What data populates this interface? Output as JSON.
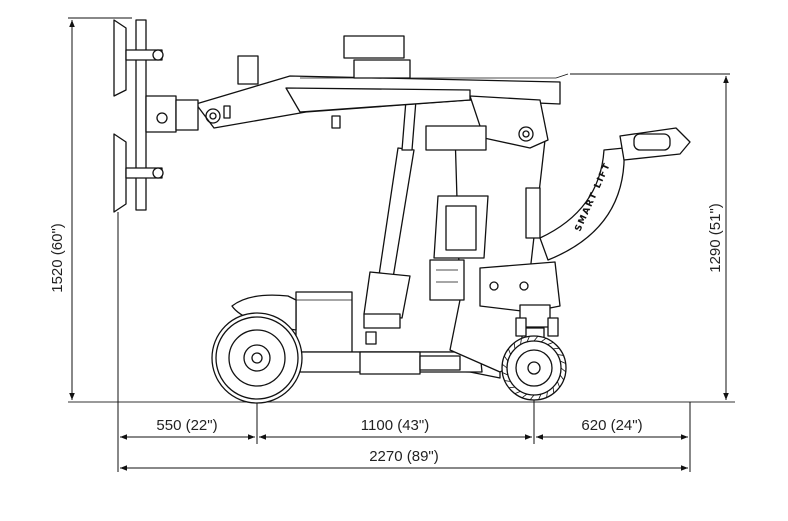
{
  "dimensions": {
    "overall_height": "1520 (60\")",
    "mast_height": "1290 (51\")",
    "front_overhang": "550 (22\")",
    "wheelbase": "1100 (43\")",
    "rear_overhang": "620 (24\")",
    "overall_length": "2270 (89\")"
  },
  "machine": {
    "brand_label": "SMART LIFT"
  }
}
